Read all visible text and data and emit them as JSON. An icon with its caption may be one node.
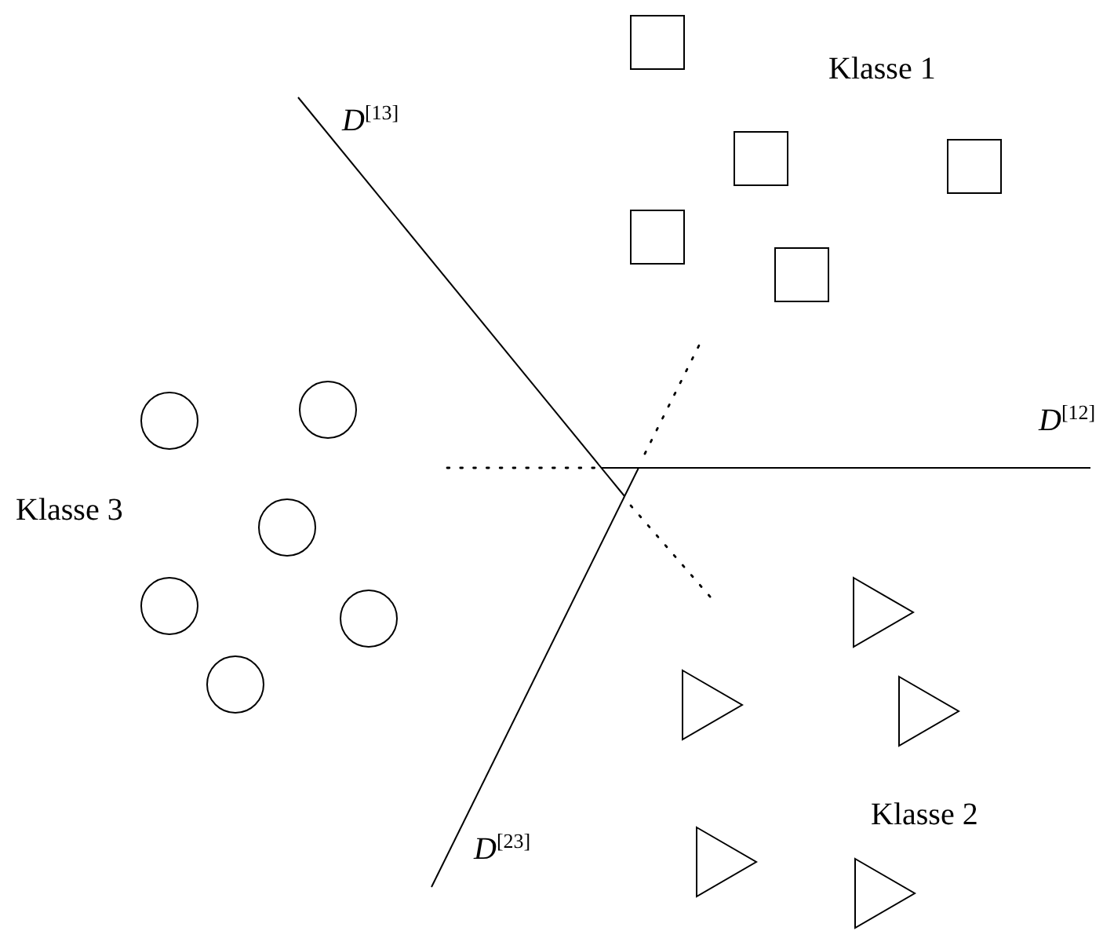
{
  "diagram": {
    "labels": [
      "Klasse 1",
      "*D*$^{[13]}$",
      "*D*$^{[12]}$",
      "Klasse 3",
      "Klasse 2",
      "*D*$^{[23]}$"
    ]
  }
}
